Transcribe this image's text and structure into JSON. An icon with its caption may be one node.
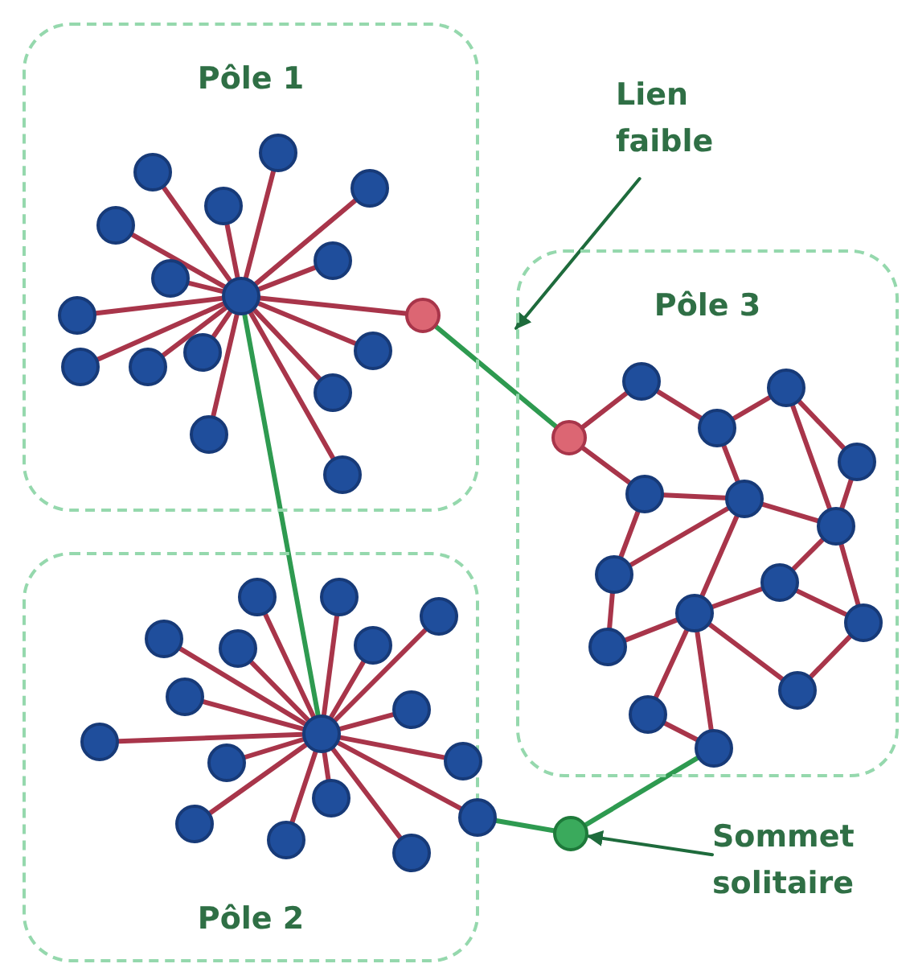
{
  "diagram": {
    "nodes": [
      {
        "text": [
          "Pôle 1"
        ]
      },
      {
        "text": [],
        "shape": "circle",
        "in": 0
      },
      {
        "text": [],
        "shape": "circle",
        "in": 0
      },
      {
        "text": [],
        "shape": "circle",
        "in": 0
      },
      {
        "text": [],
        "shape": "circle",
        "in": 0
      },
      {
        "text": [],
        "shape": "circle",
        "in": 0
      },
      {
        "text": [],
        "shape": "circle",
        "in": 0
      },
      {
        "text": [],
        "shape": "circle",
        "in": 0
      },
      {
        "text": [],
        "shape": "circle",
        "in": 0
      },
      {
        "text": [],
        "shape": "circle",
        "in": 0
      },
      {
        "text": [],
        "shape": "circle",
        "in": 0
      },
      {
        "text": [],
        "shape": "circle",
        "in": 0
      },
      {
        "text": [],
        "shape": "circle",
        "in": 0
      },
      {
        "text": [],
        "shape": "circle",
        "in": 0
      },
      {
        "text": [],
        "shape": "circle",
        "in": 0
      },
      {
        "text": [],
        "shape": "circle",
        "in": 0
      },
      {
        "text": [],
        "shape": "circle",
        "in": 0
      },
      {
        "text": [],
        "shape": "circle",
        "in": 0
      },
      {
        "text": [
          "Lien faible"
        ]
      },
      {
        "text": [
          "Pôle 3"
        ]
      },
      {
        "text": [],
        "shape": "circle",
        "in": 19
      },
      {
        "text": [],
        "shape": "circle",
        "in": 19
      },
      {
        "text": [],
        "shape": "circle",
        "in": 19
      },
      {
        "text": [],
        "shape": "circle",
        "in": 19
      },
      {
        "text": [],
        "shape": "circle",
        "in": 19
      },
      {
        "text": [],
        "shape": "circle",
        "in": 19
      },
      {
        "text": [],
        "shape": "circle",
        "in": 19
      },
      {
        "text": [],
        "shape": "circle",
        "in": 19
      },
      {
        "text": [],
        "shape": "circle",
        "in": 19
      },
      {
        "text": [],
        "shape": "circle",
        "in": 19
      },
      {
        "text": [],
        "shape": "circle",
        "in": 19
      },
      {
        "text": [],
        "shape": "circle",
        "in": 19
      },
      {
        "text": [],
        "shape": "circle",
        "in": 19
      },
      {
        "text": [],
        "shape": "circle",
        "in": 19
      },
      {
        "text": [],
        "shape": "circle",
        "in": 19
      },
      {
        "text": [],
        "shape": "circle",
        "in": 19
      },
      {
        "text": [
          "Pôle 2"
        ]
      },
      {
        "text": [],
        "shape": "circle",
        "in": 36
      },
      {
        "text": [],
        "shape": "circle",
        "in": 36
      },
      {
        "text": [],
        "shape": "circle",
        "in": 36
      },
      {
        "text": [],
        "shape": "circle",
        "in": 36
      },
      {
        "text": [],
        "shape": "circle",
        "in": 36
      },
      {
        "text": [],
        "shape": "circle",
        "in": 36
      },
      {
        "text": [],
        "shape": "circle",
        "in": 36
      },
      {
        "text": [],
        "shape": "circle",
        "in": 36
      },
      {
        "text": [],
        "shape": "circle",
        "in": 36
      },
      {
        "text": [],
        "shape": "circle",
        "in": 36
      },
      {
        "text": [],
        "shape": "circle",
        "in": 36
      },
      {
        "text": [],
        "shape": "circle",
        "in": 36
      },
      {
        "text": [],
        "shape": "circle",
        "in": 36
      },
      {
        "text": [],
        "shape": "circle",
        "in": 36
      },
      {
        "text": [],
        "shape": "circle",
        "in": 36
      },
      {
        "text": [],
        "shape": "circle",
        "in": 36
      },
      {
        "text": [],
        "shape": "circle",
        "in": 36
      },
      {
        "text": [],
        "shape": "circle"
      },
      {
        "text": [
          "Sommet solitaire"
        ]
      }
    ],
    "edges": [
      {
        "from": 1,
        "to": 2,
        "arrow": "none"
      },
      {
        "from": 1,
        "to": 3,
        "arrow": "none"
      },
      {
        "from": 1,
        "to": 4,
        "arrow": "none"
      },
      {
        "from": 1,
        "to": 5,
        "arrow": "none"
      },
      {
        "from": 1,
        "to": 6,
        "arrow": "none"
      },
      {
        "from": 1,
        "to": 7,
        "arrow": "none"
      },
      {
        "from": 1,
        "to": 8,
        "arrow": "none"
      },
      {
        "from": 1,
        "to": 9,
        "arrow": "none"
      },
      {
        "from": 1,
        "to": 10,
        "arrow": "none"
      },
      {
        "from": 1,
        "to": 11,
        "arrow": "none"
      },
      {
        "from": 1,
        "to": 12,
        "arrow": "none"
      },
      {
        "from": 1,
        "to": 13,
        "arrow": "none"
      },
      {
        "from": 1,
        "to": 14,
        "arrow": "none"
      },
      {
        "from": 1,
        "to": 15,
        "arrow": "none"
      },
      {
        "from": 1,
        "to": 16,
        "arrow": "none"
      },
      {
        "from": 1,
        "to": 17,
        "arrow": "none"
      },
      {
        "from": 17,
        "to": 20,
        "arrow": "none",
        "color": "#2e9a50"
      },
      {
        "from": 18,
        "to": 19,
        "arrow": "to",
        "color": "#1e6b3c"
      },
      {
        "from": 20,
        "to": 21,
        "arrow": "none"
      },
      {
        "from": 20,
        "to": 25,
        "arrow": "none"
      },
      {
        "from": 21,
        "to": 22,
        "arrow": "none"
      },
      {
        "from": 22,
        "to": 23,
        "arrow": "none"
      },
      {
        "from": 22,
        "to": 26,
        "arrow": "none"
      },
      {
        "from": 23,
        "to": 24,
        "arrow": "none"
      },
      {
        "from": 23,
        "to": 27,
        "arrow": "none"
      },
      {
        "from": 24,
        "to": 27,
        "arrow": "none"
      },
      {
        "from": 25,
        "to": 26,
        "arrow": "none"
      },
      {
        "from": 26,
        "to": 27,
        "arrow": "none"
      },
      {
        "from": 25,
        "to": 28,
        "arrow": "none"
      },
      {
        "from": 26,
        "to": 28,
        "arrow": "none"
      },
      {
        "from": 26,
        "to": 29,
        "arrow": "none"
      },
      {
        "from": 27,
        "to": 30,
        "arrow": "none"
      },
      {
        "from": 27,
        "to": 31,
        "arrow": "none"
      },
      {
        "from": 30,
        "to": 31,
        "arrow": "none"
      },
      {
        "from": 29,
        "to": 30,
        "arrow": "none"
      },
      {
        "from": 28,
        "to": 32,
        "arrow": "none"
      },
      {
        "from": 32,
        "to": 29,
        "arrow": "none"
      },
      {
        "from": 29,
        "to": 34,
        "arrow": "none"
      },
      {
        "from": 31,
        "to": 34,
        "arrow": "none"
      },
      {
        "from": 29,
        "to": 33,
        "arrow": "none"
      },
      {
        "from": 29,
        "to": 35,
        "arrow": "none"
      },
      {
        "from": 33,
        "to": 35,
        "arrow": "none"
      },
      {
        "from": 1,
        "to": 37,
        "arrow": "none",
        "color": "#2e9a50"
      },
      {
        "from": 37,
        "to": 38,
        "arrow": "none"
      },
      {
        "from": 37,
        "to": 39,
        "arrow": "none"
      },
      {
        "from": 37,
        "to": 40,
        "arrow": "none"
      },
      {
        "from": 37,
        "to": 41,
        "arrow": "none"
      },
      {
        "from": 37,
        "to": 42,
        "arrow": "none"
      },
      {
        "from": 37,
        "to": 43,
        "arrow": "none"
      },
      {
        "from": 37,
        "to": 44,
        "arrow": "none"
      },
      {
        "from": 37,
        "to": 45,
        "arrow": "none"
      },
      {
        "from": 37,
        "to": 46,
        "arrow": "none"
      },
      {
        "from": 37,
        "to": 47,
        "arrow": "none"
      },
      {
        "from": 37,
        "to": 48,
        "arrow": "none"
      },
      {
        "from": 37,
        "to": 49,
        "arrow": "none"
      },
      {
        "from": 37,
        "to": 50,
        "arrow": "none"
      },
      {
        "from": 37,
        "to": 51,
        "arrow": "none"
      },
      {
        "from": 37,
        "to": 52,
        "arrow": "none"
      },
      {
        "from": 37,
        "to": 53,
        "arrow": "none"
      },
      {
        "from": 51,
        "to": 54,
        "arrow": "none",
        "color": "#2e9a50"
      },
      {
        "from": 54,
        "to": 35,
        "arrow": "none",
        "color": "#2e9a50"
      },
      {
        "from": 55,
        "to": 54,
        "arrow": "to",
        "color": "#1e6b3c"
      }
    ]
  }
}
